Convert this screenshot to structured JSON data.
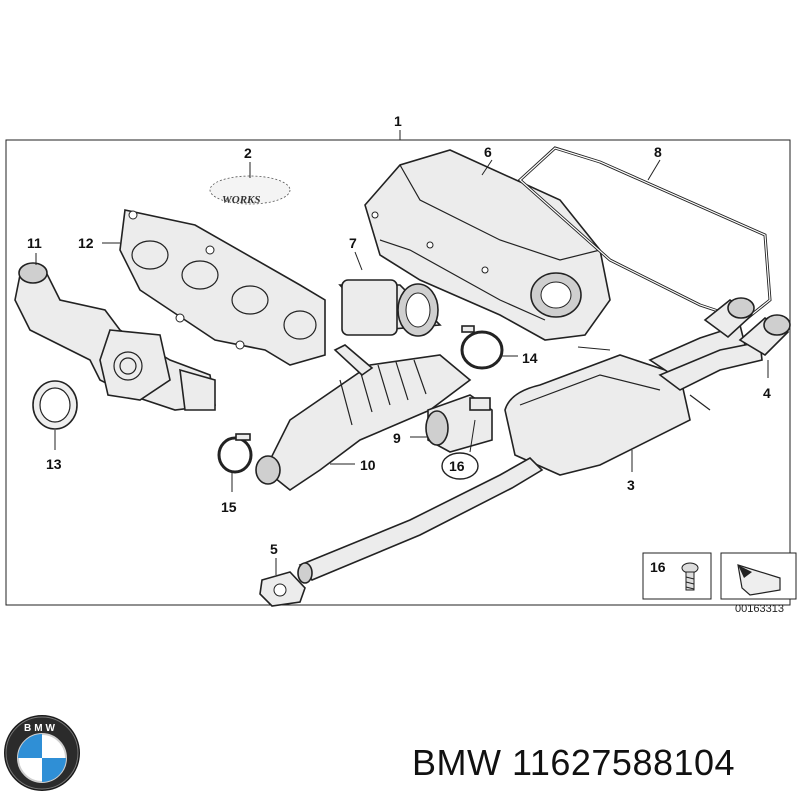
{
  "diagram": {
    "callouts": {
      "c1": "1",
      "c2": "2",
      "c3": "3",
      "c4": "4",
      "c5": "5",
      "c6": "6",
      "c7": "7",
      "c8": "8",
      "c9": "9",
      "c10": "10",
      "c11": "11",
      "c12": "12",
      "c13": "13",
      "c14": "14",
      "c15": "15",
      "c16": "16",
      "c16_inset": "16"
    },
    "works_badge_text": "WORKS",
    "reference_number": "00163313"
  },
  "footer": {
    "brand_part_number": "BMW 11627588104",
    "logo_letters": "BMW"
  }
}
